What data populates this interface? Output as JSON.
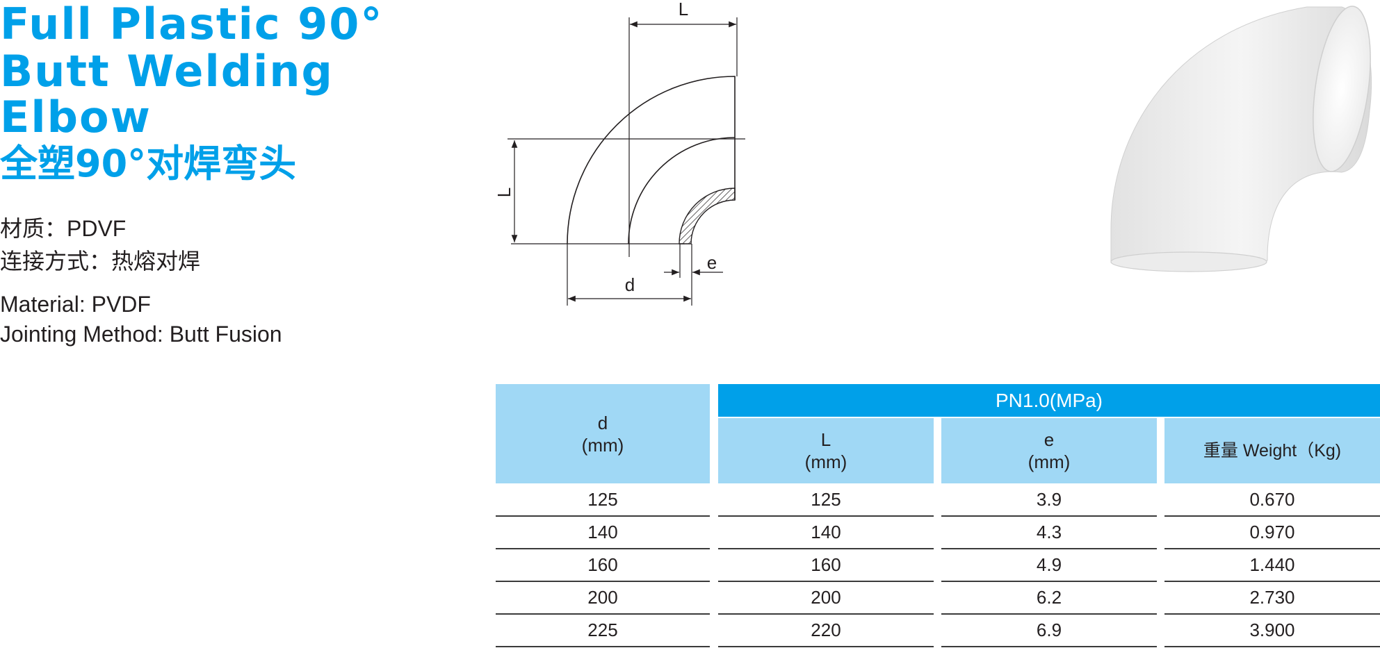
{
  "title": {
    "line1": "Full Plastic 90°",
    "line2": "Butt Welding",
    "line3": "Elbow",
    "cn": "全塑90°对焊弯头"
  },
  "specs": {
    "material_cn": "材质：PDVF",
    "jointing_cn": "连接方式：热熔对焊",
    "material_en": "Material: PVDF",
    "jointing_en": "Jointing Method: Butt Fusion"
  },
  "diagram": {
    "label_L_top": "L",
    "label_L_side": "L",
    "label_e": "e",
    "label_d": "d"
  },
  "table": {
    "group_header": "PN1.0(MPa)",
    "col_d": {
      "name": "d",
      "unit": "(mm)"
    },
    "col_L": {
      "name": "L",
      "unit": "(mm)"
    },
    "col_e": {
      "name": "e",
      "unit": "(mm)"
    },
    "col_weight": "重量 Weight（Kg)",
    "rows": [
      [
        "125",
        "125",
        "3.9",
        "0.670"
      ],
      [
        "140",
        "140",
        "4.3",
        "0.970"
      ],
      [
        "160",
        "160",
        "4.9",
        "1.440"
      ],
      [
        "200",
        "200",
        "6.2",
        "2.730"
      ],
      [
        "225",
        "220",
        "6.9",
        "3.900"
      ]
    ]
  },
  "colors": {
    "brand_blue": "#00a0e9",
    "header_light_blue": "#a0d8f5",
    "text": "#231f20"
  },
  "icons": {
    "drawing": "elbow-technical-drawing-icon",
    "photo": "white-elbow-fitting-icon"
  }
}
